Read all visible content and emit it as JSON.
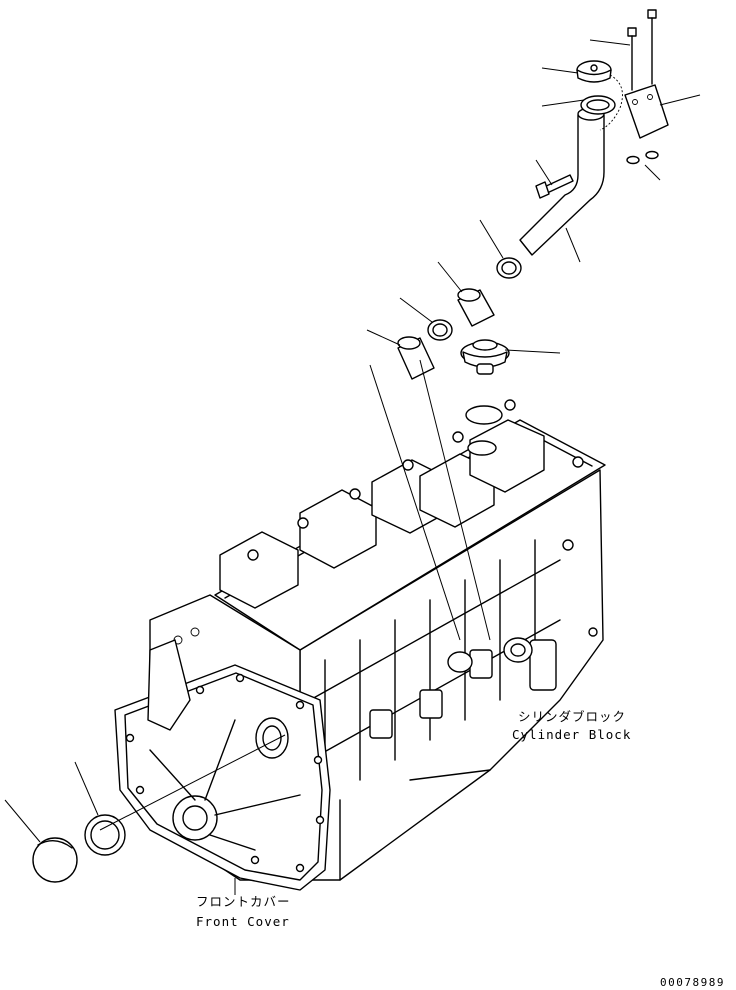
{
  "labels": {
    "cylinder_block_jp": "シリンダブロック",
    "cylinder_block_en": "Cylinder Block",
    "front_cover_jp": "フロントカバー",
    "front_cover_en": "Front Cover"
  },
  "drawing_number": "00078989",
  "parts": [
    "bolt",
    "bolt",
    "bracket",
    "washer",
    "filler-cap",
    "filler-neck-gasket",
    "filler-pipe",
    "pipe-bolt",
    "hose-clamp",
    "hose",
    "hose-clamp",
    "hose",
    "oil-filler-cap",
    "front-seal",
    "front-cover-cap"
  ]
}
